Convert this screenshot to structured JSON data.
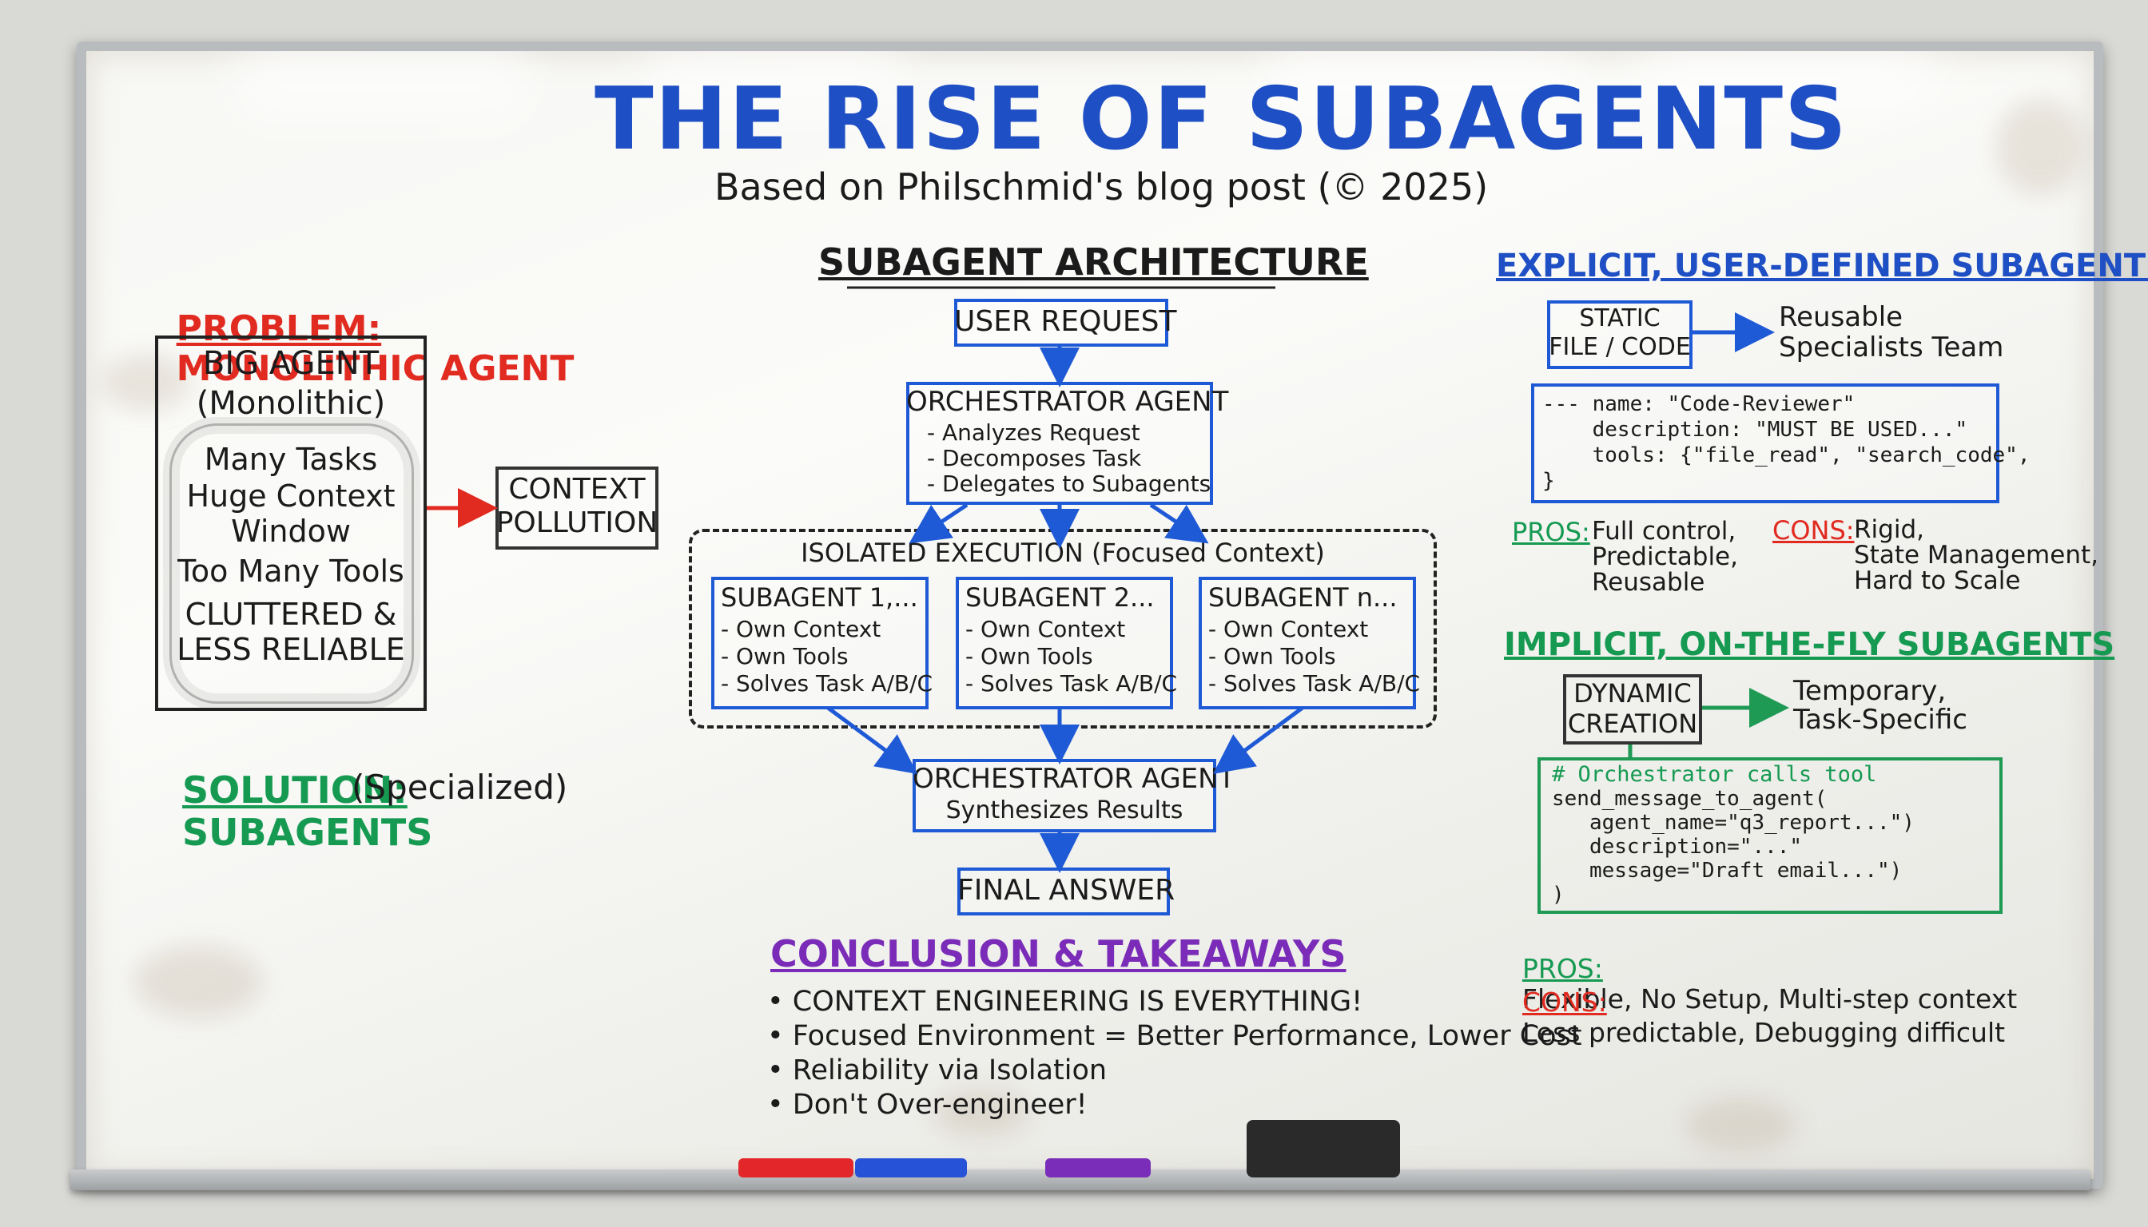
{
  "title": "THE RISE OF SUBAGENTS",
  "subtitle": "Based on Philschmid's blog post (© 2025)",
  "problem": {
    "heading_label": "PROBLEM:",
    "heading_text": "MONOLITHIC AGENT",
    "big_agent": "BIG AGENT",
    "monolithic": "(Monolithic)",
    "lines": [
      "Many Tasks",
      "Huge Context",
      "Window",
      "Too Many Tools",
      "CLUTTERED &",
      "LESS RELIABLE"
    ],
    "pollution_1": "CONTEXT",
    "pollution_2": "POLLUTION"
  },
  "solution": {
    "label": "SOLUTION:",
    "text": "SUBAGENTS",
    "sub": "(Specialized)"
  },
  "architecture": {
    "heading": "SUBAGENT ARCHITECTURE",
    "user_request": "USER REQUEST",
    "orchestrator_title": "ORCHESTRATOR AGENT",
    "orchestrator_items": [
      "- Analyzes Request",
      "- Decomposes Task",
      "- Delegates to Subagents"
    ],
    "isolated": "ISOLATED EXECUTION (Focused Context)",
    "subagents": [
      {
        "title": "SUBAGENT 1,...",
        "items": [
          "- Own Context",
          "- Own Tools",
          "- Solves Task A/B/C"
        ]
      },
      {
        "title": "SUBAGENT 2...",
        "items": [
          "- Own Context",
          "- Own Tools",
          "- Solves Task A/B/C"
        ]
      },
      {
        "title": "SUBAGENT n...",
        "items": [
          "- Own Context",
          "- Own Tools",
          "- Solves Task A/B/C"
        ]
      }
    ],
    "synth_title": "ORCHESTRATOR AGENT",
    "synth_sub": "Synthesizes Results",
    "final": "FINAL ANSWER"
  },
  "conclusion": {
    "heading": "CONCLUSION & TAKEAWAYS",
    "items": [
      "• CONTEXT ENGINEERING IS EVERYTHING!",
      "• Focused Environment = Better Performance, Lower Cost",
      "• Reliability via Isolation",
      "• Don't Over-engineer!"
    ]
  },
  "explicit": {
    "heading": "EXPLICIT, USER-DEFINED SUBAGENTS",
    "static_1": "STATIC",
    "static_2": "FILE / CODE",
    "reusable_1": "Reusable",
    "reusable_2": "Specialists Team",
    "code": [
      "--- name: \"Code-Reviewer\"",
      "    description: \"MUST BE USED...\"",
      "    tools: {\"file_read\", \"search_code\",",
      "}"
    ],
    "pros_label": "PROS:",
    "pros": [
      "Full control,",
      "Predictable,",
      "Reusable"
    ],
    "cons_label": "CONS:",
    "cons": [
      "Rigid,",
      "State Management,",
      "Hard to Scale"
    ]
  },
  "implicit": {
    "heading": "IMPLICIT, ON-THE-FLY SUBAGENTS",
    "dyn_1": "DYNAMIC",
    "dyn_2": "CREATION",
    "temp_1": "Temporary,",
    "temp_2": "Task-Specific",
    "code_comment": "# Orchestrator calls tool",
    "code": [
      "send_message_to_agent(",
      "   agent_name=\"q3_report...\")",
      "   description=\"...\"",
      "   message=\"Draft email...\")",
      ")"
    ],
    "pros_label": "PROS:",
    "pros": "Flexible, No Setup, Multi-step context",
    "cons_label": "CONS:",
    "cons": "Less predictable, Debugging difficult"
  }
}
